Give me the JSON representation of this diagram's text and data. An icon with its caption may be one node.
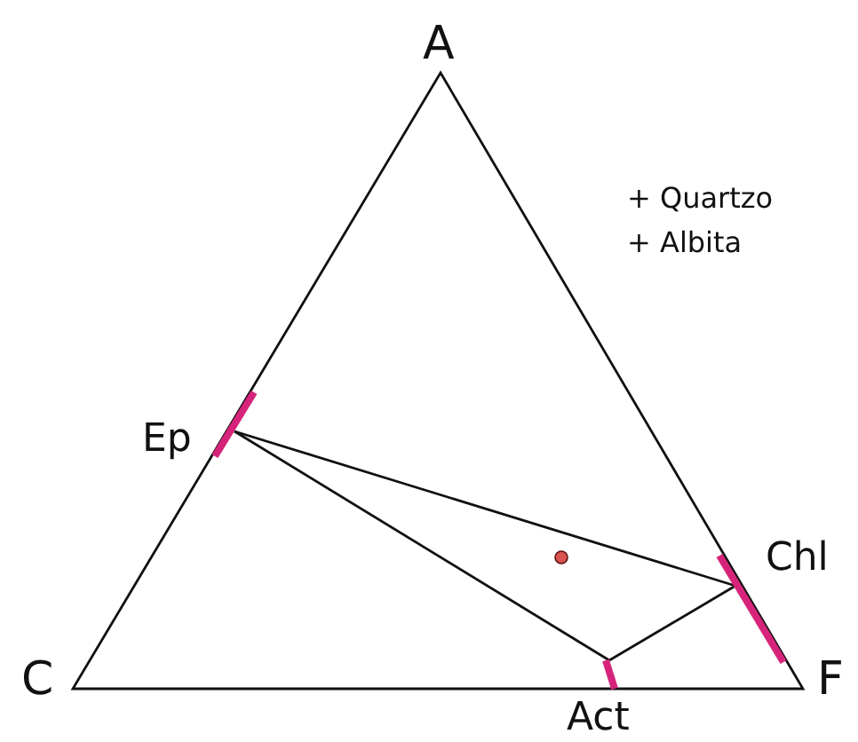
{
  "diagram": {
    "nodes": [
      {
        "text": [],
        "shape": "bar",
        "beside": [
          "Ep"
        ]
      },
      {
        "text": [],
        "shape": "bar",
        "beside": [
          "Chl"
        ]
      },
      {
        "text": [],
        "shape": "bar",
        "beside": [
          "Act"
        ]
      }
    ],
    "edges": [
      {
        "from": 0,
        "to": 1,
        "arrow": "none"
      },
      {
        "from": 0,
        "to": 2,
        "arrow": "none"
      },
      {
        "from": 2,
        "to": 1,
        "arrow": "none"
      }
    ],
    "labels": [
      "A",
      "+ Quartzo",
      "+ Albita",
      "C",
      "F"
    ]
  }
}
